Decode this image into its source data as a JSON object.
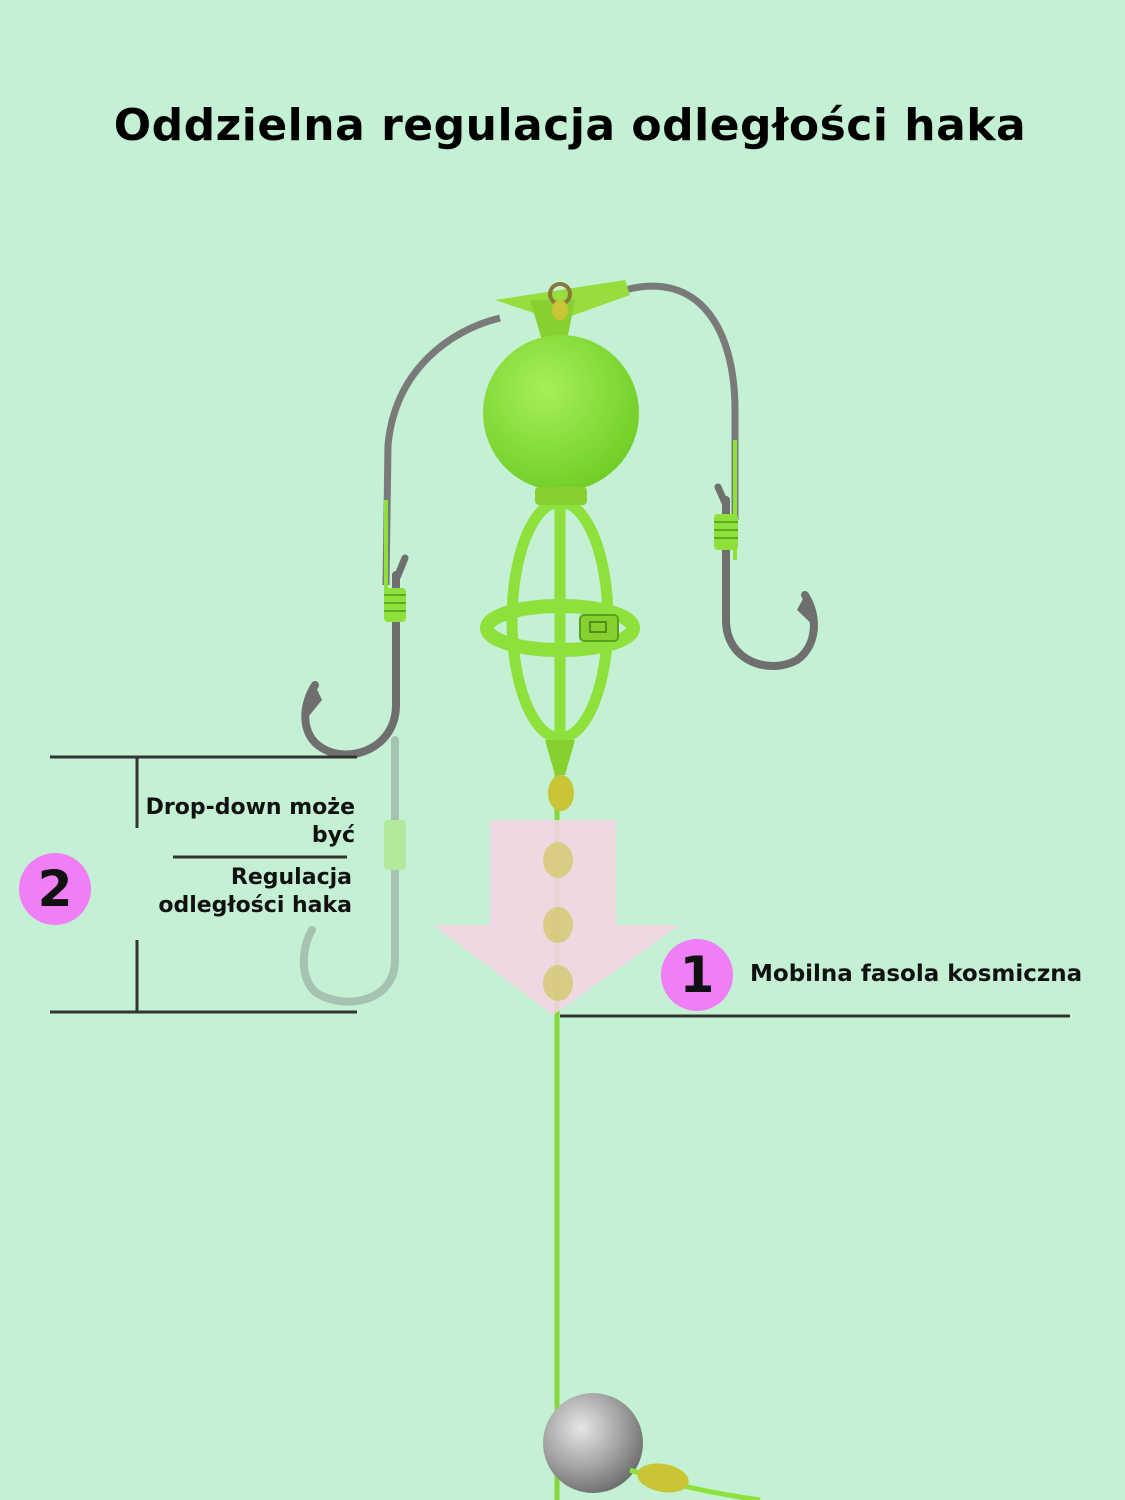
{
  "title": "Oddzielna regulacja odległości haka",
  "annotations": {
    "badge_2": "2",
    "dropdown_line": "Drop-down może być",
    "regulacja_line": "Regulacja odległości haka",
    "badge_1": "1",
    "mobilna_label": "Mobilna fasola kosmiczna"
  },
  "colors": {
    "background": "#c4f0d4",
    "accent_green": "#8ee03a",
    "badge_pink": "#f07ef6",
    "arrow_pink": "#f3d5e3",
    "hook_gray": "#707070",
    "bean_yellow": "#c8c43a"
  }
}
